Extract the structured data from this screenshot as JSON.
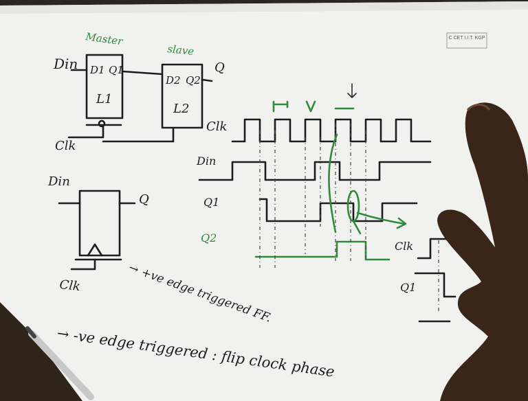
{
  "flipflop": {
    "master_label": "Master",
    "slave_label": "slave",
    "d_in": "Din",
    "q_out": "Q",
    "latch1": {
      "d": "D1",
      "q": "Q1",
      "name": "L1"
    },
    "latch2": {
      "d": "D2",
      "q": "Q2",
      "name": "L2"
    },
    "clk": "Clk"
  },
  "symbol": {
    "d_in": "Din",
    "q_out": "Q",
    "clk": "Clk",
    "note": "→ +ve edge triggered FF."
  },
  "timing": {
    "clk": "Clk",
    "d_in": "Din",
    "q1": "Q1",
    "q2": "Q2"
  },
  "side_timing": {
    "clk": "Clk",
    "q1": "Q1"
  },
  "bottom_note": "→ -ve edge triggered : flip clock phase",
  "stamp": "C CET I.I.T. KGP",
  "colors": {
    "ink": "#1c1c1e",
    "green": "#2f8a3c",
    "paper": "#f2f2f0",
    "hand": "#3a2618"
  }
}
